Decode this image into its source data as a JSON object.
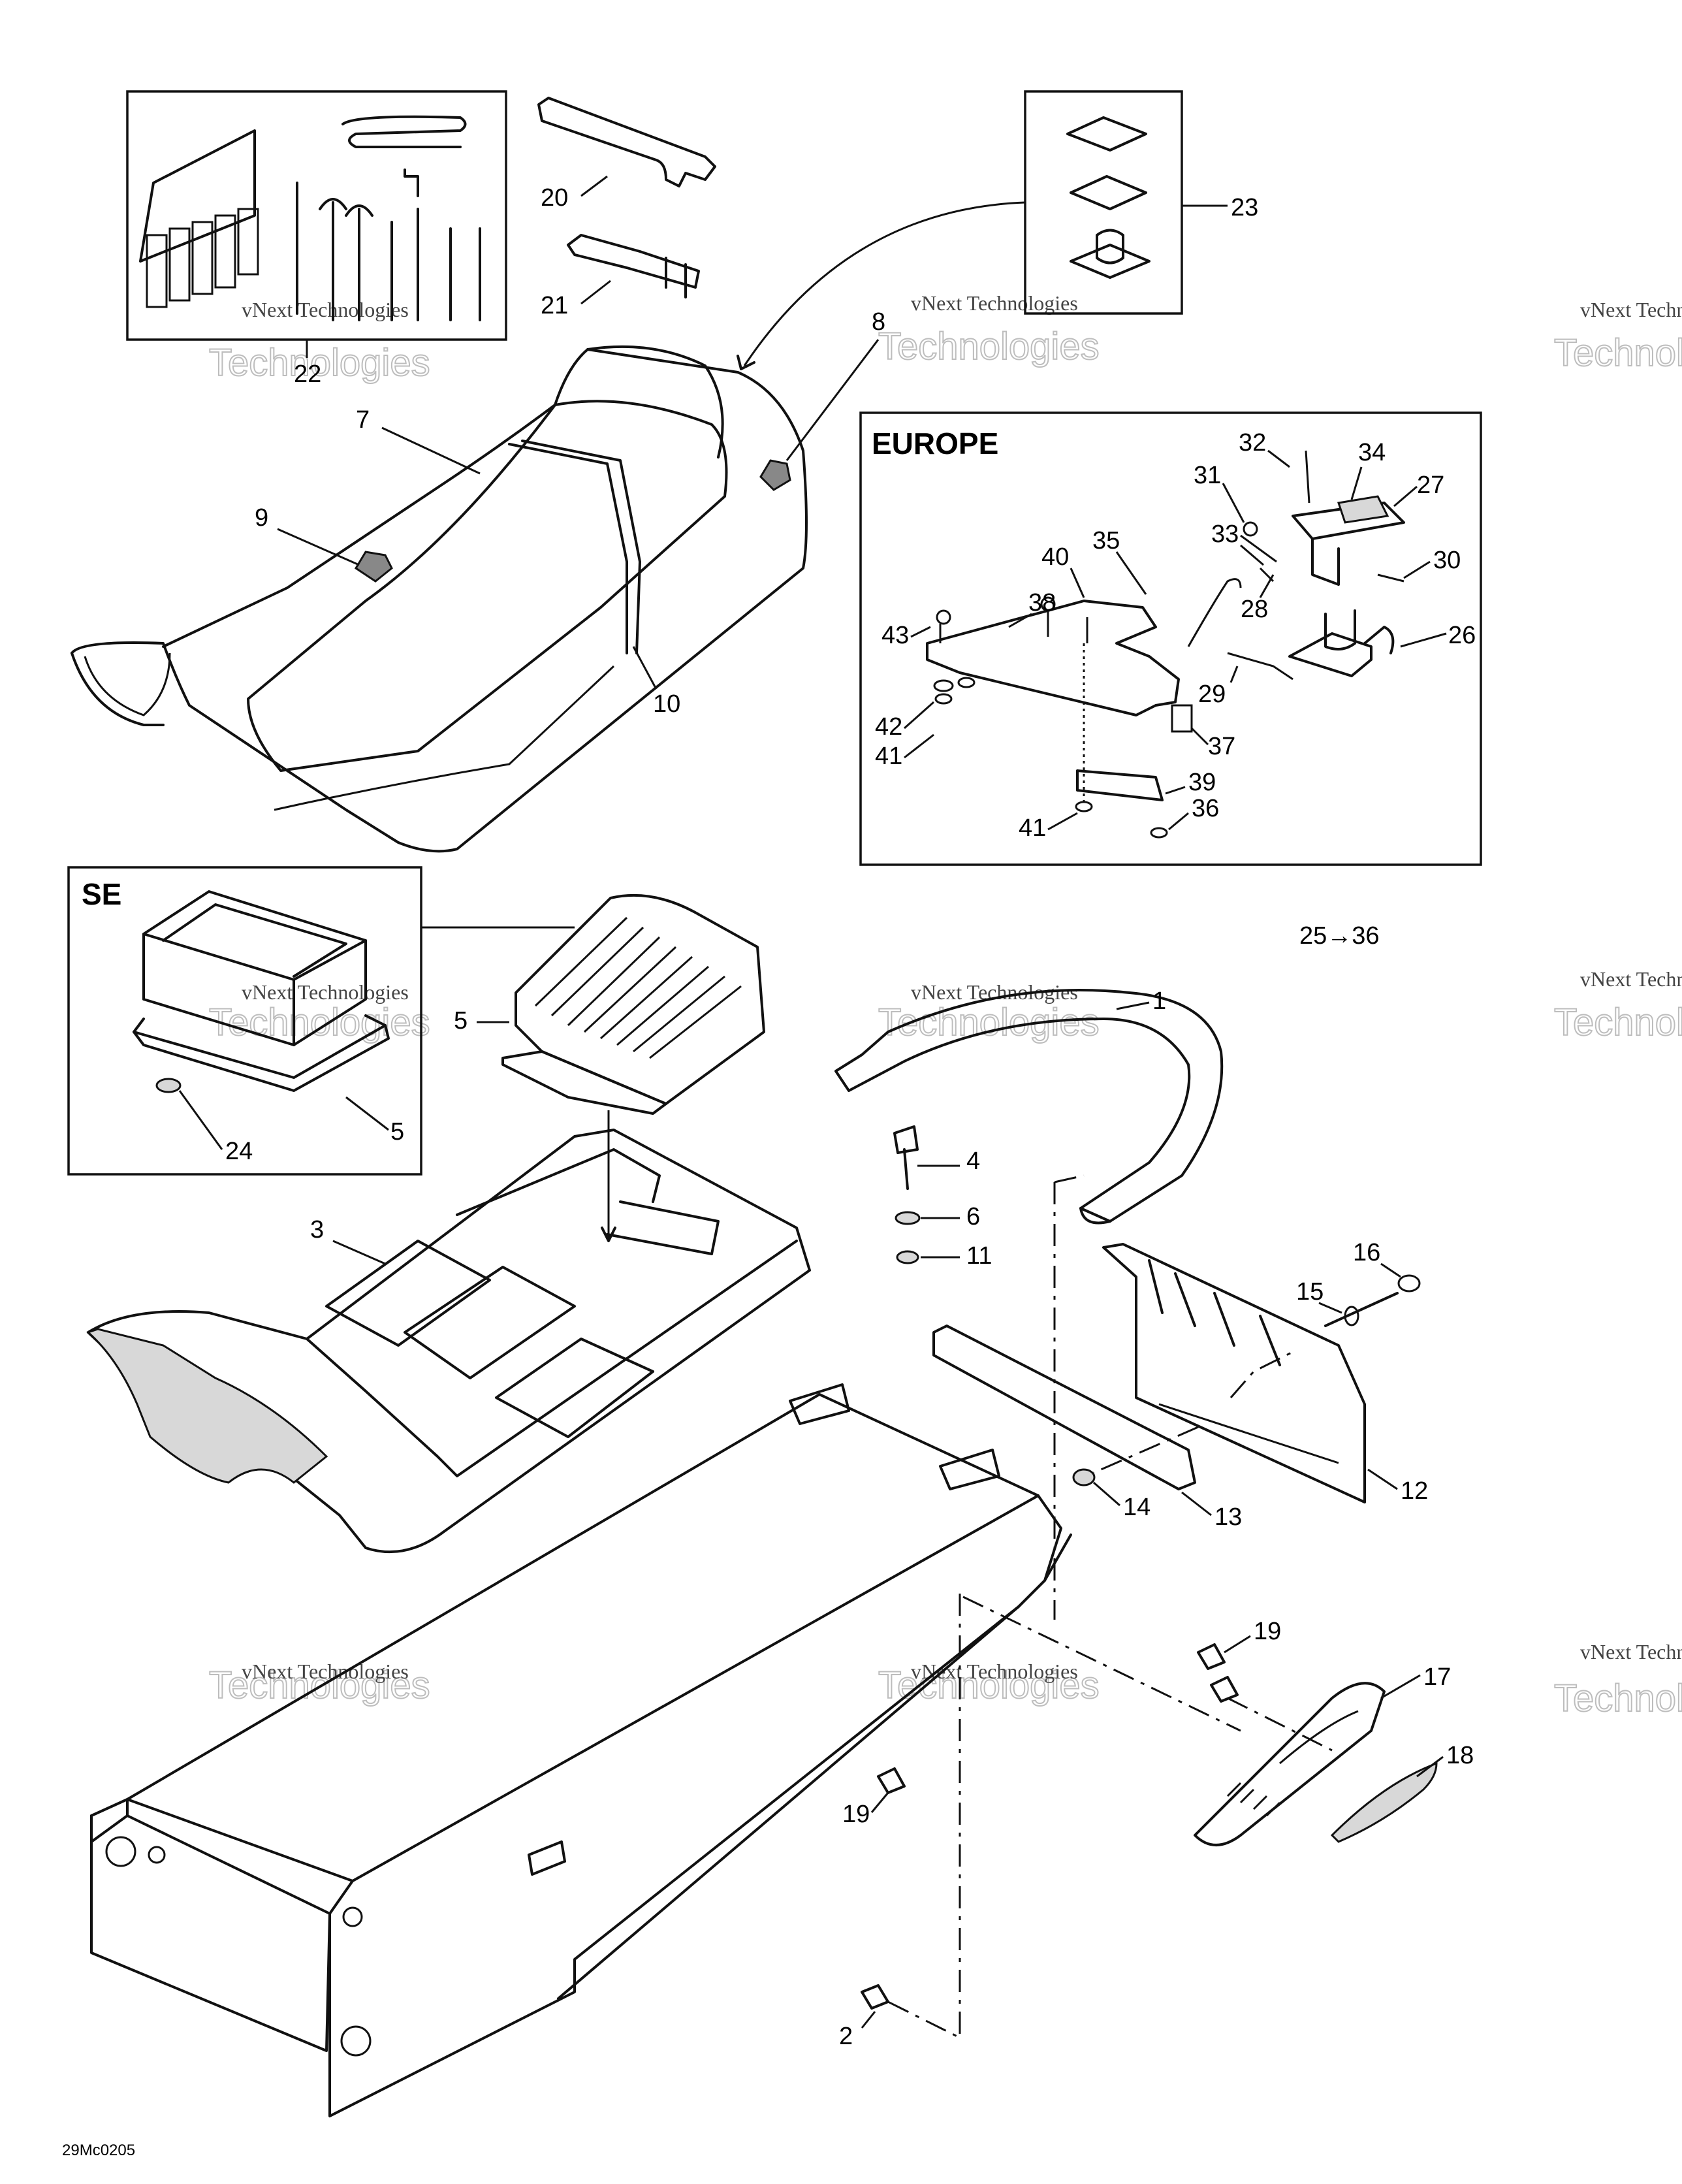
{
  "callouts": {
    "c1": "1",
    "c2": "2",
    "c3": "3",
    "c4": "4",
    "c5a": "5",
    "c5b": "5",
    "c6": "6",
    "c7": "7",
    "c8": "8",
    "c9": "9",
    "c10": "10",
    "c11": "11",
    "c12": "12",
    "c13": "13",
    "c14": "14",
    "c15": "15",
    "c16": "16",
    "c17": "17",
    "c18": "18",
    "c19a": "19",
    "c19b": "19",
    "c20": "20",
    "c21": "21",
    "c22": "22",
    "c23": "23",
    "c24": "24",
    "c26": "26",
    "c27": "27",
    "c28": "28",
    "c29": "29",
    "c30": "30",
    "c31": "31",
    "c32": "32",
    "c33": "33",
    "c34": "34",
    "c35": "35",
    "c36a": "36",
    "c37": "37",
    "c38": "38",
    "c39": "39",
    "c40": "40",
    "c41a": "41",
    "c41b": "41",
    "c42": "42",
    "c43": "43"
  },
  "boxes": {
    "europe_label": "EUROPE",
    "se_label": "SE"
  },
  "note": "25→36",
  "figure_code": "29Mc0205",
  "watermark": {
    "line1": "vNext Technologies",
    "line2": "Technologies",
    "top": "vNext"
  }
}
